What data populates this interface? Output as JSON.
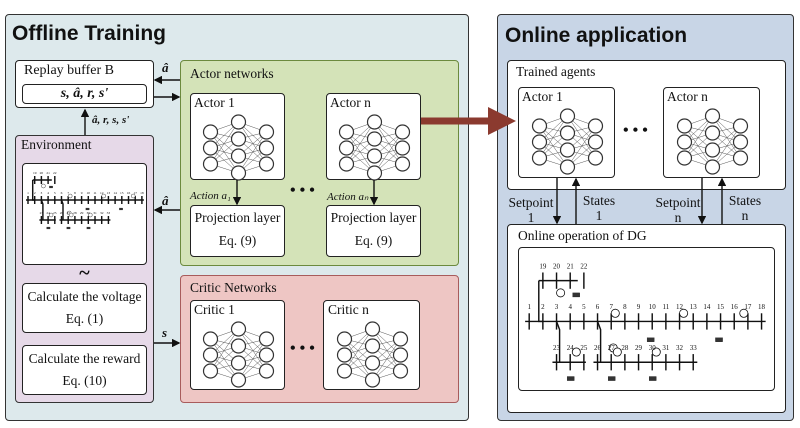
{
  "offline": {
    "title": "Offline Training",
    "replay_buffer": {
      "label": "Replay buffer B",
      "contents": "s, â, r, s'"
    },
    "environment": {
      "label": "Environment",
      "tilde": "~",
      "voltage": {
        "label": "Calculate the voltage",
        "eq": "Eq. (1)"
      },
      "reward": {
        "label": "Calculate the reward",
        "eq": "Eq. (10)"
      }
    },
    "actor_networks": {
      "label": "Actor networks",
      "actors": [
        {
          "name": "Actor 1",
          "action": "Action a₁",
          "projection": "Projection layer",
          "eq": "Eq. (9)"
        },
        {
          "name": "Actor n",
          "action": "Action aₙ",
          "projection": "Projection layer",
          "eq": "Eq. (9)"
        }
      ],
      "dots": "• • •"
    },
    "critic_networks": {
      "label": "Critic Networks",
      "critics": [
        "Critic 1",
        "Critic n"
      ],
      "dots": "• • •"
    },
    "arrows": {
      "a_hat_top": "â",
      "a_hat_env": "â",
      "transition": "â, r, s, s'",
      "state": "s"
    }
  },
  "online": {
    "title": "Online application",
    "trained_agents": {
      "label": "Trained agents",
      "actors": [
        "Actor 1",
        "Actor n"
      ],
      "dots": "• • •"
    },
    "signals": [
      {
        "label": "Setpoint",
        "index": "1"
      },
      {
        "label": "States",
        "index": "1"
      },
      {
        "label": "Setpoint",
        "index": "n"
      },
      {
        "label": "States",
        "index": "n"
      }
    ],
    "operation": {
      "label": "Online operation of DG"
    }
  },
  "bus_system": {
    "main": [
      "1",
      "2",
      "3",
      "4",
      "5",
      "6",
      "7",
      "8",
      "9",
      "10",
      "11",
      "12",
      "13",
      "14",
      "15",
      "16",
      "17",
      "18"
    ],
    "branch_top": [
      "19",
      "20",
      "21",
      "22"
    ],
    "branch_a": [
      "23",
      "24",
      "25"
    ],
    "branch_b": [
      "26",
      "27",
      "28",
      "29",
      "30",
      "31",
      "32",
      "33"
    ]
  },
  "colors": {
    "left_bg": "#dde9ec",
    "right_bg": "#c8d5e6",
    "actor_bg": "#d4e3b8",
    "critic_bg": "#eec6c4",
    "env_bg": "#e6d9e8",
    "big_arrow": "#8b3a2f"
  }
}
